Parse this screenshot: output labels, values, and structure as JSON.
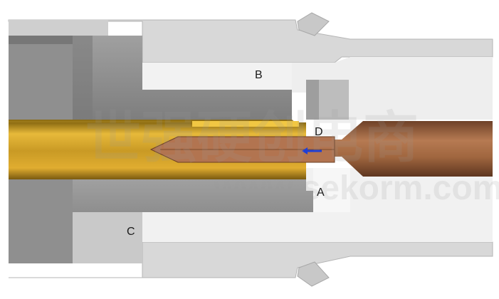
{
  "labels": {
    "a": "A",
    "b": "B",
    "c": "C",
    "d": "D"
  },
  "watermark": {
    "line1": "世强硬创电商",
    "line2": "www.sekorm.com"
  },
  "colors": {
    "housing_light": "#dcdcdc",
    "housing_mid": "#c4c4c4",
    "housing_dark": "#8e8e8e",
    "cavity": "#f4f4f4",
    "brass": "#d9a72a",
    "brass_dark": "#b4851a",
    "copper": "#a56a45",
    "flow_arrow": "#1f3fd6"
  }
}
